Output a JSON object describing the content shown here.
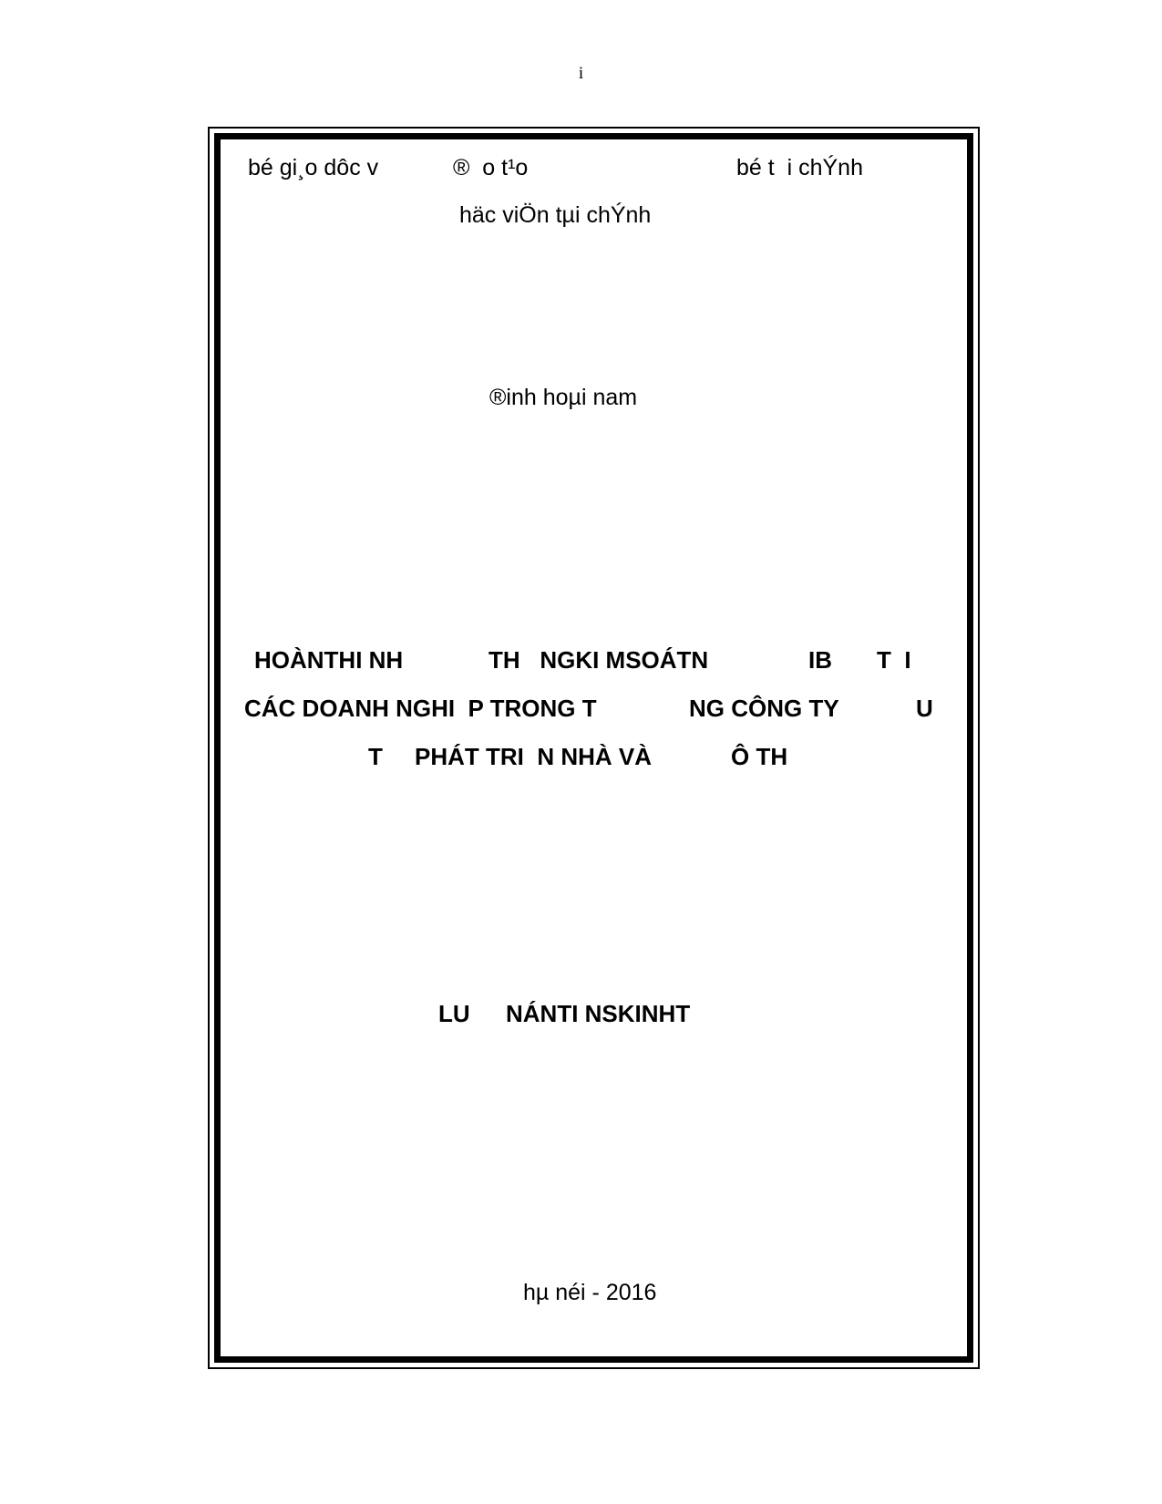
{
  "page": {
    "number": "i"
  },
  "header": {
    "left": "bé gi¸o dôc v",
    "middle": "®  o t¹o",
    "right": "bé t  i chÝnh",
    "institution": "häc viÖn tµi chÝnh"
  },
  "author": "®inh hoµi nam",
  "title": {
    "line1": [
      "HOÀNTHI NH",
      "TH   NGKI MSOÁTN",
      "IB",
      "T  I"
    ],
    "line2": [
      "CÁC DOANH NGHI  P TRONG T",
      "NG CÔNG TY",
      "U"
    ],
    "line3": [
      "T",
      "PHÁT TRI  N NHÀ VÀ",
      "Ô TH"
    ]
  },
  "degree": [
    "LU",
    "NÁNTI NSKINHT"
  ],
  "footer": {
    "place_date": "hµ néi - 2016"
  }
}
